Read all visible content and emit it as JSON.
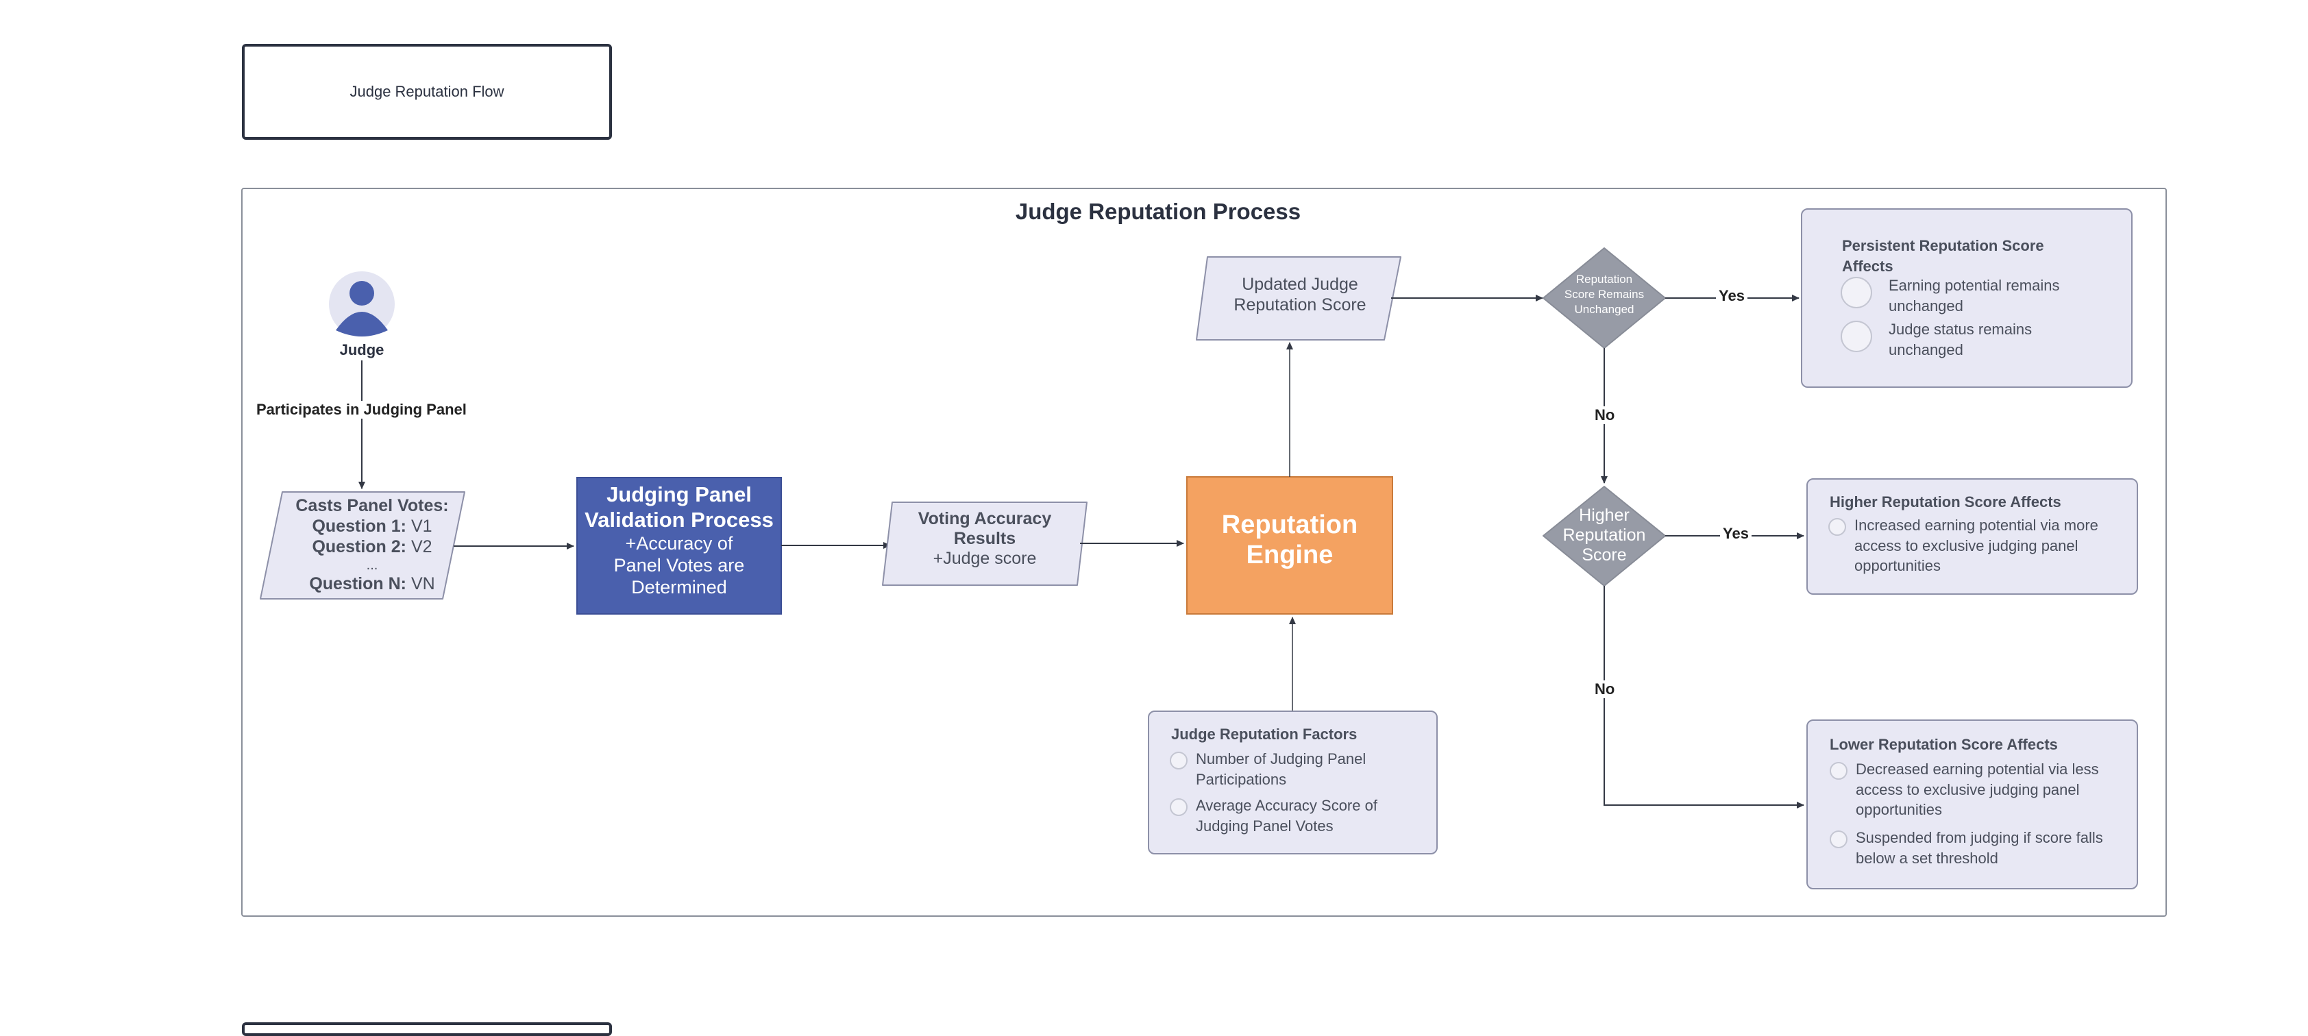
{
  "page": {
    "title_box": "Judge Reputation Flow"
  },
  "container": {
    "title": "Judge Reputation Process"
  },
  "actor": {
    "label": "Judge",
    "edge_label": "Participates in Judging Panel"
  },
  "votes": {
    "title": "Casts Panel Votes:",
    "rows": [
      {
        "key": "Question 1:",
        "value": "V1"
      },
      {
        "key": "Question 2:",
        "value": "V2"
      },
      {
        "key": "...",
        "value": ""
      },
      {
        "key": "Question N:",
        "value": "VN"
      }
    ]
  },
  "validation": {
    "title_line1": "Judging Panel",
    "title_line2": "Validation Process",
    "body_line1": "+Accuracy of",
    "body_line2": "Panel Votes are",
    "body_line3": "Determined"
  },
  "voting_results": {
    "line1": "Voting Accuracy",
    "line2": "Results",
    "line3": "+Judge score"
  },
  "engine": {
    "line1": "Reputation",
    "line2": "Engine"
  },
  "updated_score": {
    "line1": "Updated Judge",
    "line2": "Reputation Score"
  },
  "factors": {
    "title": "Judge Reputation Factors",
    "items": [
      {
        "line1": "Number of Judging Panel",
        "line2": "Participations"
      },
      {
        "line1": "Average Accuracy Score of",
        "line2": "Judging Panel Votes"
      }
    ]
  },
  "decision_unchanged": {
    "line1": "Reputation",
    "line2": "Score Remains",
    "line3": "Unchanged"
  },
  "decision_higher": {
    "line1": "Higher",
    "line2": "Reputation",
    "line3": "Score"
  },
  "edges": {
    "yes_top": "Yes",
    "no_top": "No",
    "yes_mid": "Yes",
    "no_bottom": "No"
  },
  "persistent": {
    "title_line1": "Persistent Reputation Score",
    "title_line2": "Affects",
    "items": [
      {
        "line1": "Earning potential remains",
        "line2": "unchanged"
      },
      {
        "line1": "Judge status remains",
        "line2": "unchanged"
      }
    ]
  },
  "higher_affects": {
    "title": "Higher Reputation Score Affects",
    "items": [
      {
        "line1": "Increased earning potential via more",
        "line2": "access to exclusive judging panel",
        "line3": "opportunities"
      }
    ]
  },
  "lower_affects": {
    "title": "Lower Reputation Score Affects",
    "items": [
      {
        "line1": "Decreased earning potential via less",
        "line2": "access to exclusive judging panel",
        "line3": "opportunities"
      },
      {
        "line1": "Suspended from judging if score falls",
        "line2": "below a set threshold"
      }
    ]
  },
  "colors": {
    "validation_fill": "#4a60ad",
    "engine_fill": "#f4a261",
    "decision_fill": "#979ba6",
    "card_fill": "#e8e8f4",
    "actor_icon": "#4a60ad",
    "actor_bg": "#e4e5f2"
  }
}
